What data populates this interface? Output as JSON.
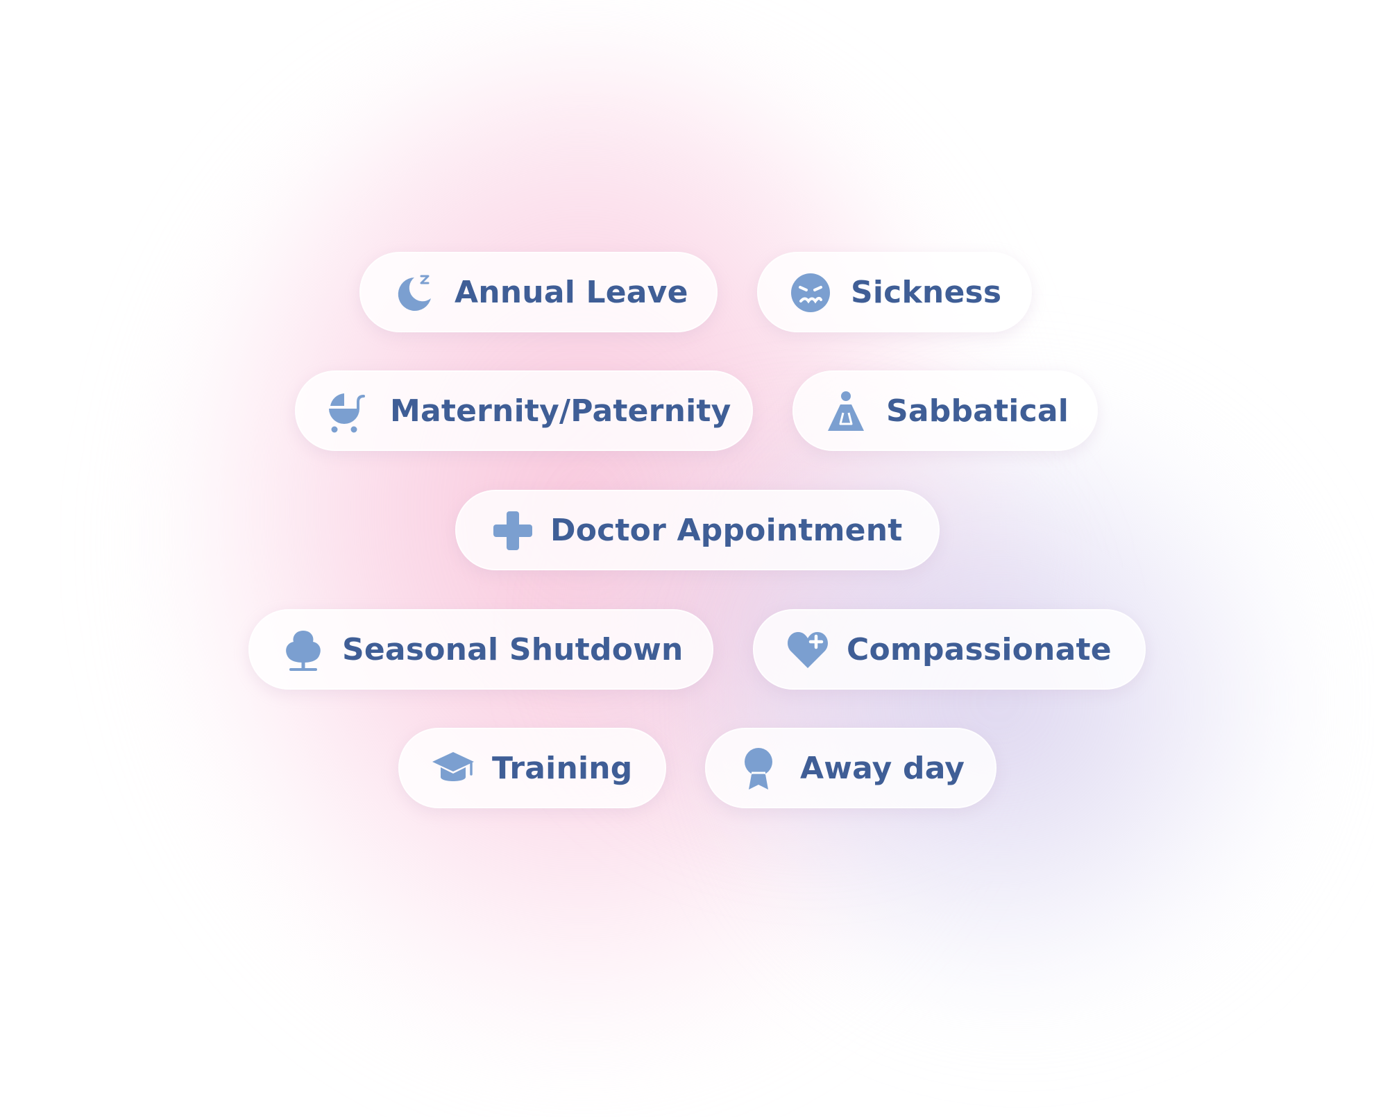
{
  "theme": {
    "accent_text": "#3F5E96",
    "icon_color": "#7B9FD0",
    "chip_background": "#FFFFFF",
    "glow_pink": "#F8C4DA",
    "glow_lavender": "#D6CEEC"
  },
  "leave_types": [
    {
      "label": "Annual Leave",
      "icon": "moon-sleep-icon"
    },
    {
      "label": "Sickness",
      "icon": "sick-face-icon"
    },
    {
      "label": "Maternity/Paternity",
      "icon": "baby-stroller-icon"
    },
    {
      "label": "Sabbatical",
      "icon": "meditation-person-icon"
    },
    {
      "label": "Doctor Appointment",
      "icon": "medical-cross-icon"
    },
    {
      "label": "Seasonal Shutdown",
      "icon": "tree-icon"
    },
    {
      "label": "Compassionate",
      "icon": "heart-plus-icon"
    },
    {
      "label": "Training",
      "icon": "graduation-cap-icon"
    },
    {
      "label": "Away day",
      "icon": "award-ribbon-icon"
    }
  ]
}
